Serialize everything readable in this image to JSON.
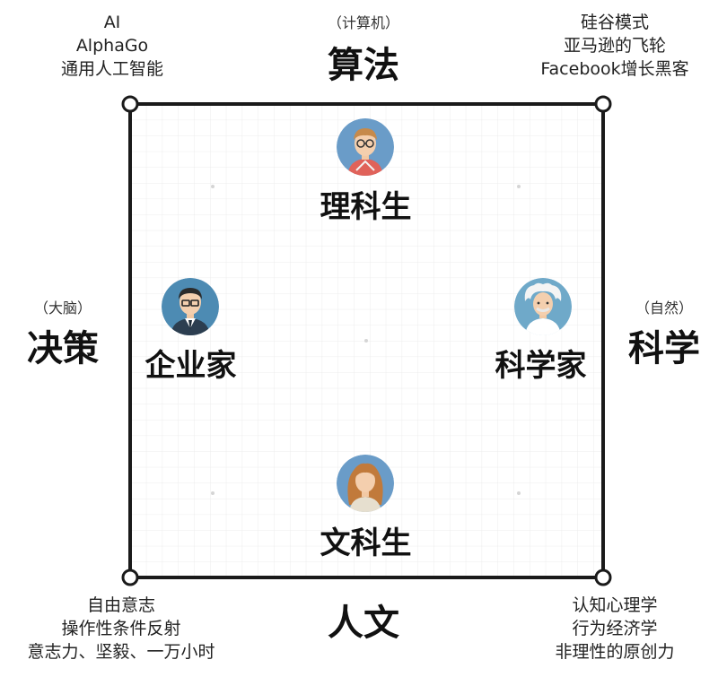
{
  "corners": {
    "top_left": [
      "AI",
      "AlphaGo",
      "通用人工智能"
    ],
    "top_right": [
      "硅谷模式",
      "亚马逊的飞轮",
      "Facebook增长黑客"
    ],
    "bottom_left": [
      "自由意志",
      "操作性条件反射",
      "意志力、坚毅、一万小时"
    ],
    "bottom_right": [
      "认知心理学",
      "行为经济学",
      "非理性的原创力"
    ]
  },
  "axes": {
    "top": {
      "sub": "（计算机）",
      "main": "算法"
    },
    "left": {
      "sub": "（大脑）",
      "main": "决策"
    },
    "right": {
      "sub": "（自然）",
      "main": "科学"
    },
    "bottom": {
      "main": "人文"
    }
  },
  "roles": {
    "top": {
      "label": "理科生",
      "icon": "science-student-avatar-icon"
    },
    "left": {
      "label": "企业家",
      "icon": "entrepreneur-avatar-icon"
    },
    "right": {
      "label": "科学家",
      "icon": "scientist-avatar-icon"
    },
    "bottom": {
      "label": "文科生",
      "icon": "humanities-student-avatar-icon"
    }
  },
  "colors": {
    "frame": "#1a1a1a",
    "grid": "#e6e6e6",
    "avatar_bg": "#5b8fc0",
    "avatar_bg_light": "#6aa7c9"
  }
}
